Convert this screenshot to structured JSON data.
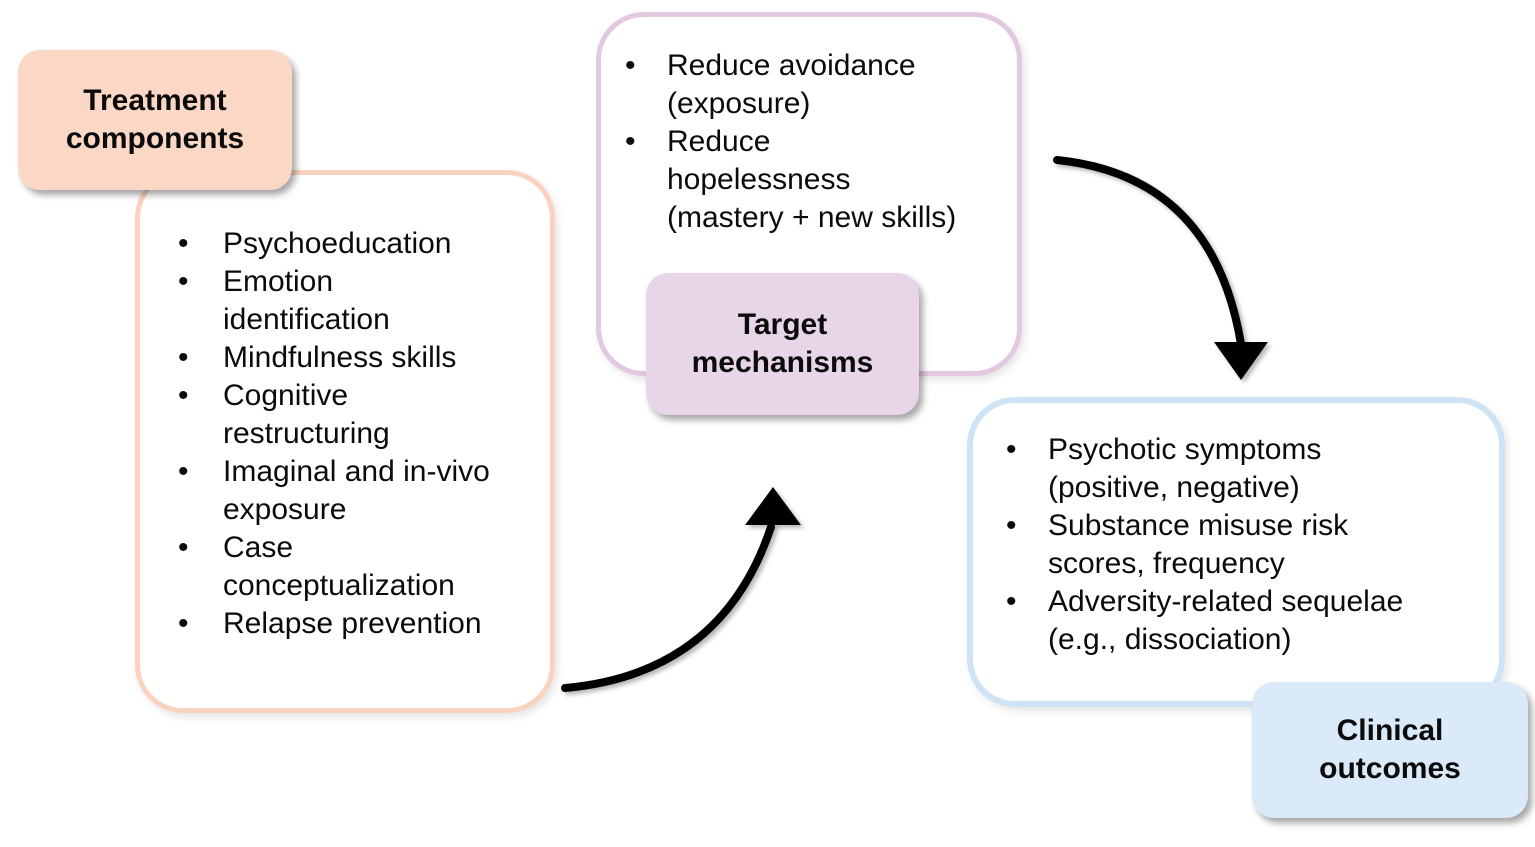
{
  "figure": {
    "background": "#ffffff",
    "text_color": "#0b0b0b",
    "nodes": [
      {
        "id": "treatment-components",
        "label": "Treatment components",
        "items": [
          "Psychoeducation",
          "Emotion identification",
          "Mindfulness skills",
          "Cognitive restructuring",
          "Imaginal and in-vivo exposure",
          "Case conceptualization",
          "Relapse prevention"
        ],
        "colors": {
          "label_fill": "#fbd8c6",
          "box_border": "#fad3c0"
        }
      },
      {
        "id": "target-mechanisms",
        "label": "Target mechanisms",
        "items": [
          "Reduce avoidance (exposure)",
          "Reduce hopelessness (mastery + new skills)"
        ],
        "colors": {
          "label_fill": "#e9d5e8",
          "box_border": "#e2c9e0"
        }
      },
      {
        "id": "clinical-outcomes",
        "label": "Clinical outcomes",
        "items": [
          "Psychotic symptoms (positive, negative)",
          "Substance misuse risk scores, frequency",
          "Adversity-related sequelae (e.g., dissociation)"
        ],
        "colors": {
          "label_fill": "#daeaf9",
          "box_border": "#cfe3f6"
        }
      }
    ],
    "arrows": [
      {
        "from": "treatment-components",
        "to": "target-mechanisms",
        "color": "#000000",
        "direction": "up"
      },
      {
        "from": "target-mechanisms",
        "to": "clinical-outcomes",
        "color": "#000000",
        "direction": "down"
      }
    ]
  }
}
